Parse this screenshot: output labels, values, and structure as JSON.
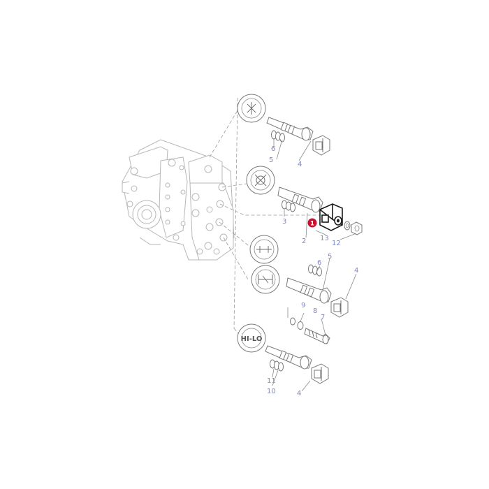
{
  "diagram": {
    "highlight_color": "#c8102e",
    "callout_color": "#7f86c4",
    "highlighted_part": "1",
    "symbols": {
      "hilo": "HI-LO"
    },
    "callouts": {
      "a_6": "6",
      "a_5": "5",
      "a_4": "4",
      "b_3": "3",
      "b_2": "2",
      "b_13": "13",
      "b_12": "12",
      "c_6": "6",
      "c_5": "5",
      "c_4": "4",
      "d_9": "9",
      "d_8": "8",
      "d_7": "7",
      "e_11": "11",
      "e_10": "10",
      "e_4": "4"
    }
  }
}
